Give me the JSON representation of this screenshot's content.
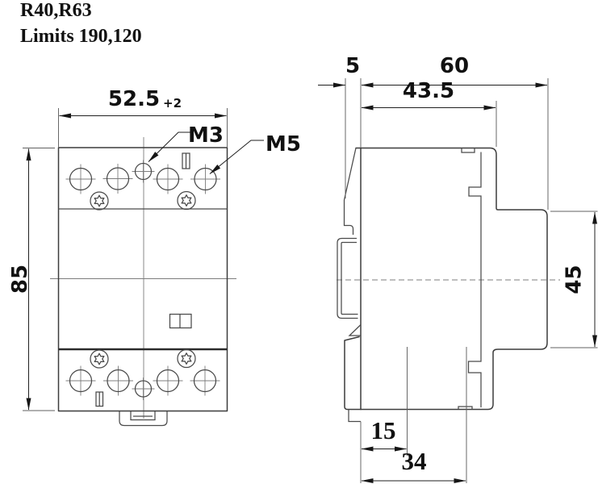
{
  "header": {
    "model_line": "R40,R63",
    "limits_line": "Limits 190,120"
  },
  "front_view": {
    "width_dim": "52.5",
    "width_tolerance": "+2",
    "height_dim": "85",
    "screw_label_small": "M3",
    "screw_label_large": "M5"
  },
  "side_view": {
    "rail_offset_dim": "5",
    "total_depth_dim": "60",
    "upper_depth_dim": "43.5",
    "front_face_height_dim": "45",
    "lower_offset_dim": "15",
    "lower_depth_dim": "34"
  },
  "colors": {
    "ink": "#111111",
    "outline": "#3c3c3c",
    "thin_line": "#7c7c7c",
    "background": "#ffffff"
  }
}
